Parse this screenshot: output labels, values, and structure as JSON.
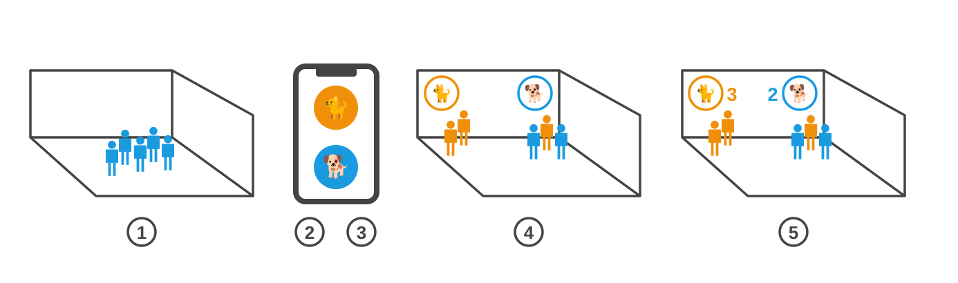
{
  "colors": {
    "outline": "#444444",
    "orange": "#f0900a",
    "blue": "#1a9be0",
    "white": "#ffffff"
  },
  "icons": {
    "cat": "cat-icon",
    "dog": "dog-icon",
    "person": "person-icon",
    "phone": "smartphone-icon"
  },
  "steps": [
    "1",
    "2",
    "3",
    "4",
    "5"
  ],
  "votes": {
    "cat": "3",
    "dog": "2"
  },
  "glyphs": {
    "cat": "🐈",
    "dog": "🐕"
  }
}
